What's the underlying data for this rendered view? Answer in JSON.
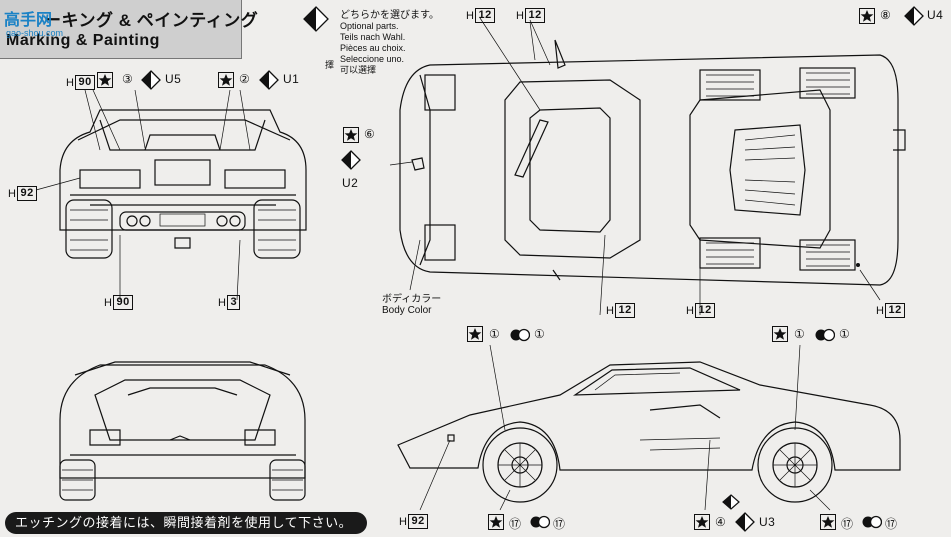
{
  "title": {
    "jp": "ーキング & ペインティング",
    "en": "Marking & Painting"
  },
  "watermark": {
    "cn": "高手网",
    "url": "gao-shou.com"
  },
  "choice_note": {
    "lines": [
      "どちらかを選びます。",
      "Optional parts.",
      "Teils nach Wahl.",
      "Pièces au choix.",
      "Seleccione uno.",
      "可以選擇",
      "擇"
    ]
  },
  "body_color": {
    "jp": "ボディカラー",
    "en": "Body Color"
  },
  "codes": {
    "h": "H",
    "c12": "12",
    "c90": "90",
    "c92": "92",
    "c3": "3"
  },
  "callouts": {
    "n1": "①",
    "n2": "②",
    "n3": "③",
    "n4": "④",
    "n6": "⑥",
    "n8": "⑧",
    "n17": "⑰",
    "u1": "U1",
    "u2": "U2",
    "u3": "U3",
    "u4": "U4",
    "u5": "U5"
  },
  "footer_note": "エッチングの接着には、瞬間接着剤を使用して下さい。",
  "icons": [
    "star-decal-icon",
    "alternative-choice-icon",
    "decal-sheet-icon"
  ],
  "colors": {
    "background": "#efeeec",
    "title_box": "#cfcfcf",
    "ink": "#111111",
    "watermark": "#1b82c5"
  }
}
